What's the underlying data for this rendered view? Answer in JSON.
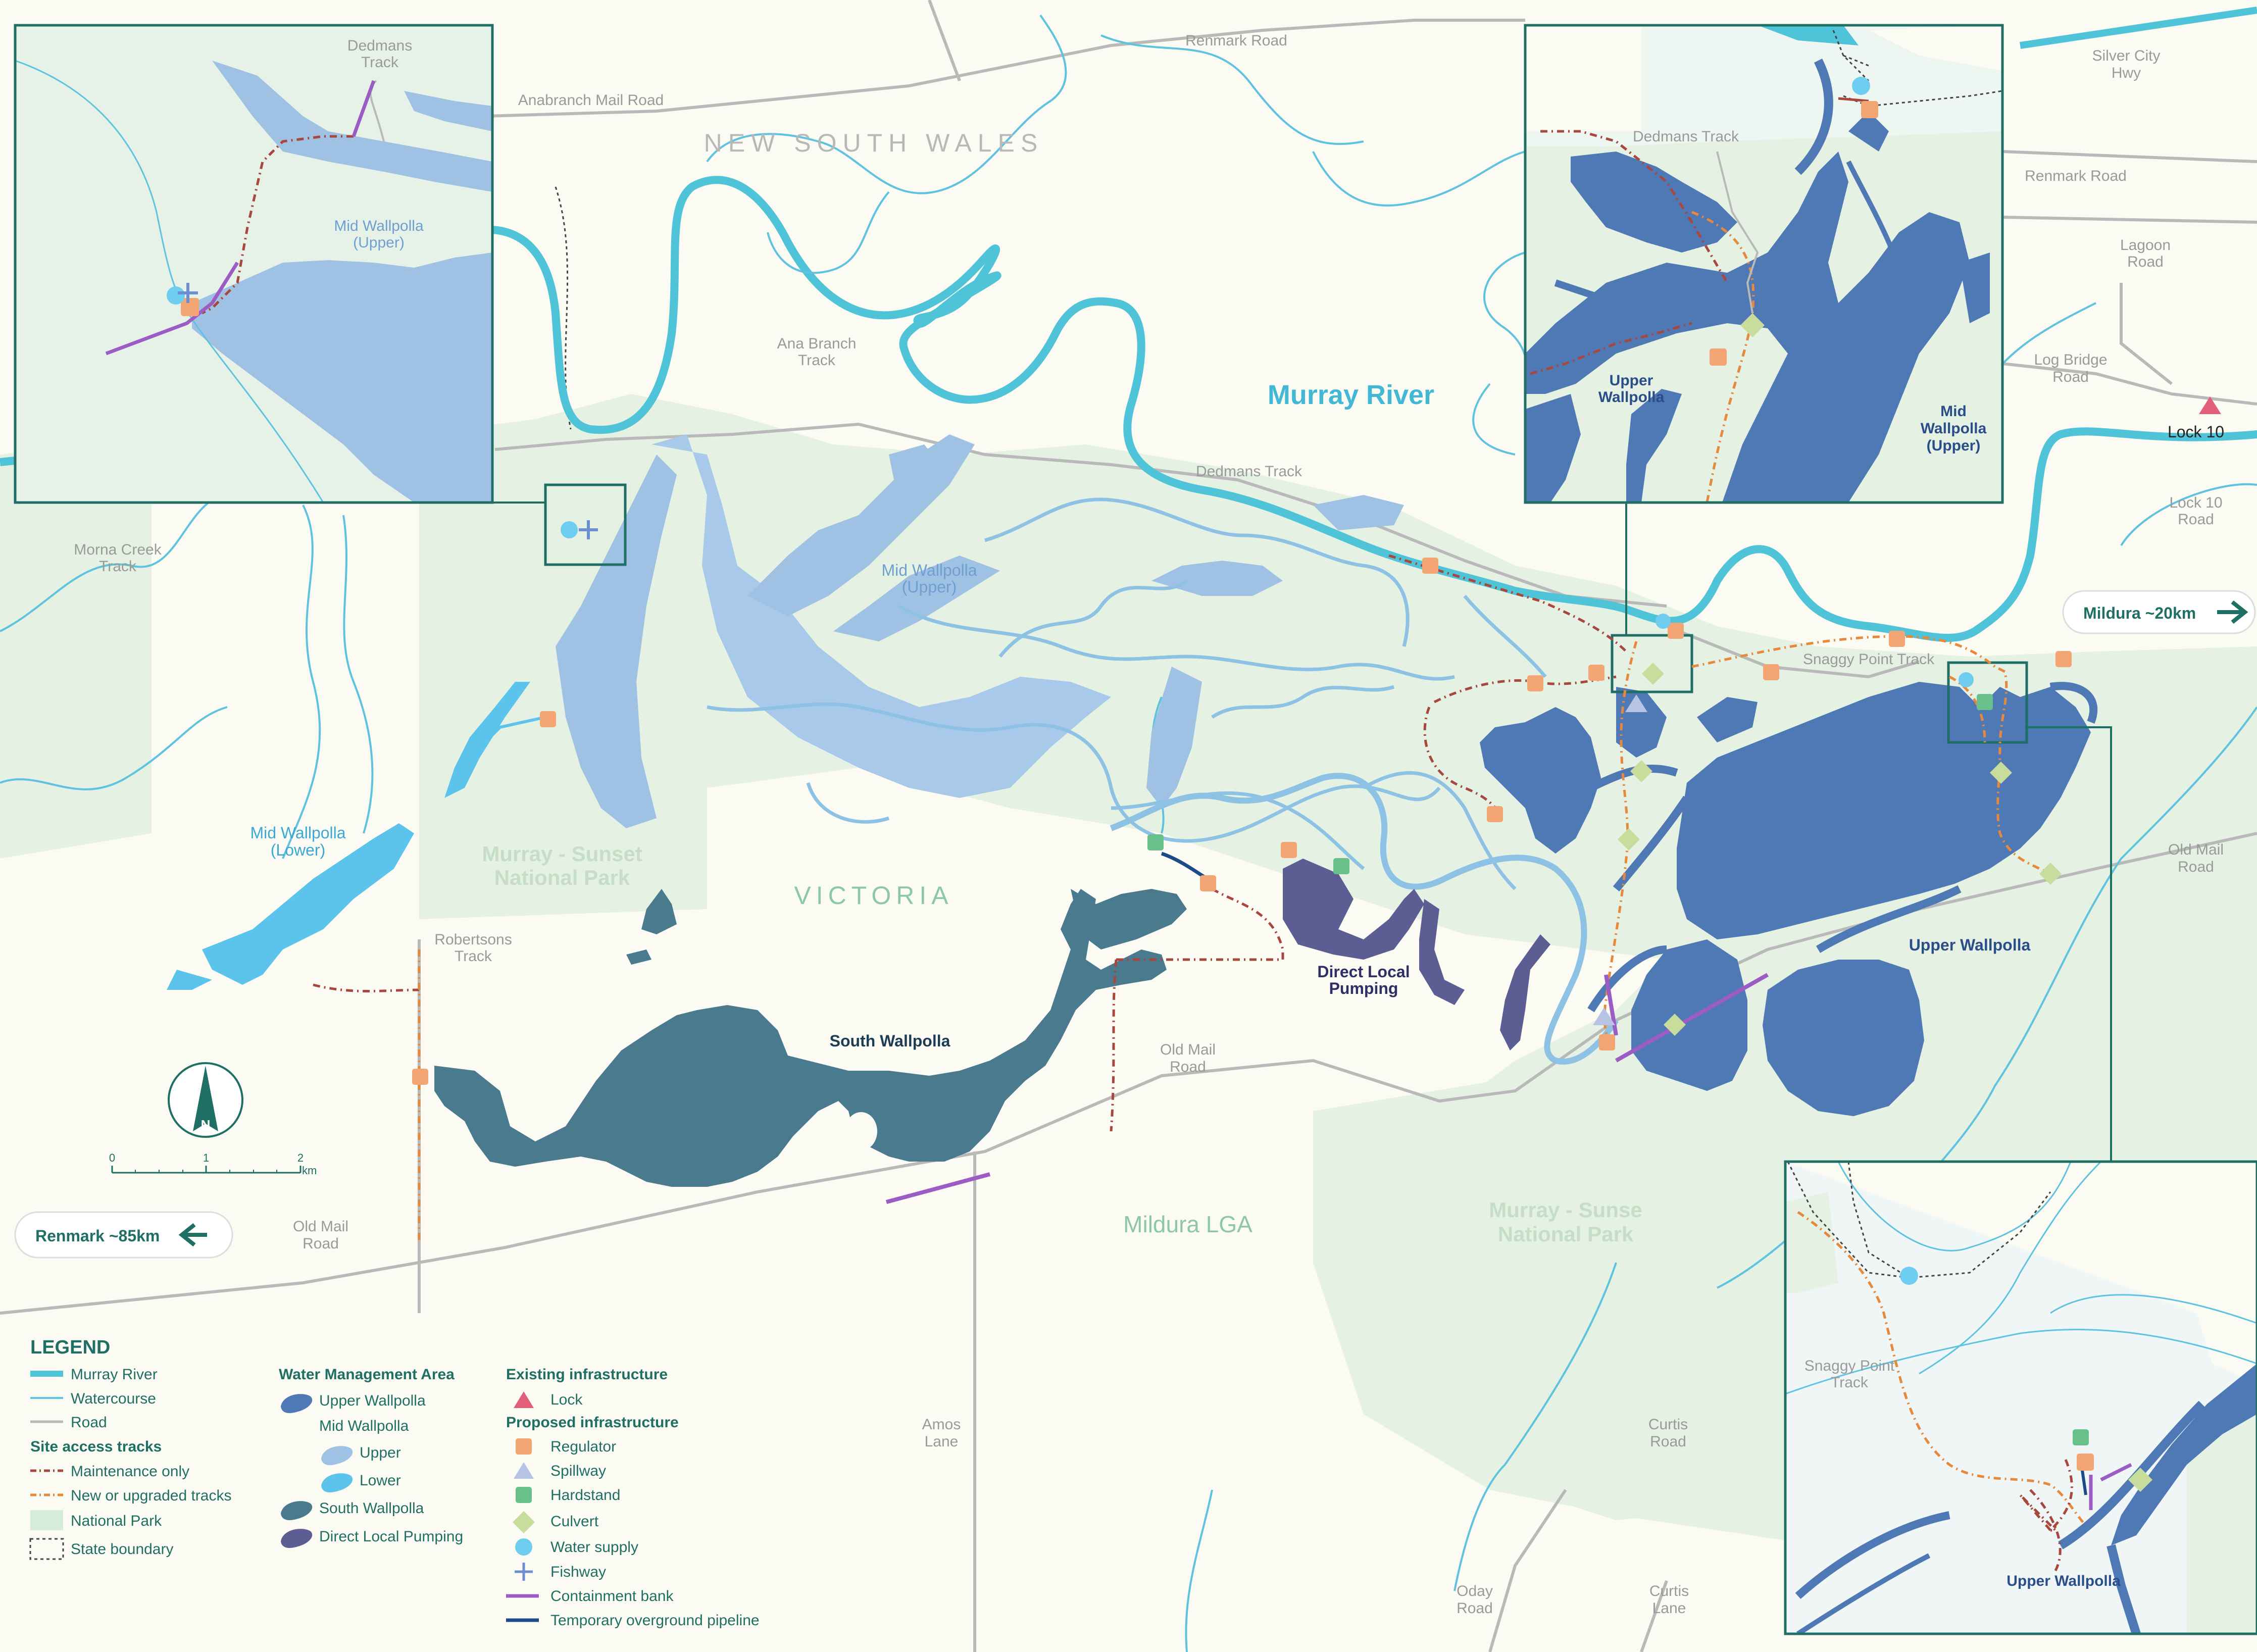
{
  "title_labels": {
    "nsw": "NEW SOUTH WALES",
    "victoria": "VICTORIA",
    "murray_river": "Murray River",
    "mildura_lga": "Mildura LGA",
    "park_west_line1": "Murray - Sunset",
    "park_west_line2": "National Park",
    "park_east_line1": "Murray - Sunse",
    "park_east_line2": "National Park"
  },
  "roads": {
    "renmark_road_top": "Renmark Road",
    "anabranch": "Anabranch Mail Road",
    "silver_city_1": "Silver City",
    "silver_city_2": "Hwy",
    "renmark_road_right": "Renmark Road",
    "lagoon_1": "Lagoon",
    "lagoon_2": "Road",
    "log_bridge_1": "Log Bridge",
    "log_bridge_2": "Road",
    "lock10_road_1": "Lock 10",
    "lock10_road_2": "Road",
    "ana_branch_1": "Ana Branch",
    "ana_branch_2": "Track",
    "dedmans_main": "Dedmans Track",
    "morna_1": "Morna Creek",
    "morna_2": "Track",
    "robertsons_1": "Robertsons",
    "robertsons_2": "Track",
    "old_mail_center_1": "Old Mail",
    "old_mail_center_2": "Road",
    "old_mail_left_1": "Old Mail",
    "old_mail_left_2": "Road",
    "old_mail_right_1": "Old Mail",
    "old_mail_right_2": "Road",
    "snaggy_main": "Snaggy Point Track",
    "amos_1": "Amos",
    "amos_2": "Lane",
    "curtis_road_1": "Curtis",
    "curtis_road_2": "Road",
    "oday_1": "Oday",
    "oday_2": "Road",
    "curtis_lane_1": "Curtis",
    "curtis_lane_2": "Lane"
  },
  "areas": {
    "mid_upper_1": "Mid Wallpolla",
    "mid_upper_2": "(Upper)",
    "mid_lower_1": "Mid Wallpolla",
    "mid_lower_2": "(Lower)",
    "south": "South Wallpolla",
    "direct_1": "Direct Local",
    "direct_2": "Pumping",
    "upper": "Upper Wallpolla"
  },
  "lock_label": "Lock 10",
  "directions": {
    "mildura": "Mildura ~20km",
    "renmark": "Renmark ~85km"
  },
  "compass_letter": "N",
  "scale": {
    "t0": "0",
    "t1": "1",
    "t2": "2",
    "unit": "km"
  },
  "inset_top_left": {
    "dedmans_1": "Dedmans",
    "dedmans_2": "Track",
    "area_1": "Mid Wallpolla",
    "area_2": "(Upper)"
  },
  "inset_top_right": {
    "dedmans": "Dedmans Track",
    "upper_1": "Upper",
    "upper_2": "Wallpolla",
    "mid_1": "Mid",
    "mid_2": "Wallpolla",
    "mid_3": "(Upper)"
  },
  "inset_bottom_right": {
    "snaggy_1": "Snaggy Point",
    "snaggy_2": "Track",
    "upper": "Upper Wallpolla"
  },
  "legend": {
    "title": "LEGEND",
    "col1": {
      "murray": "Murray River",
      "watercourse": "Watercourse",
      "road": "Road",
      "heading": "Site access tracks",
      "maint": "Maintenance only",
      "newtracks": "New or upgraded tracks",
      "park": "National Park",
      "state": "State boundary"
    },
    "col2": {
      "heading": "Water Management Area",
      "upper_wallpolla": "Upper Wallpolla",
      "mid_wallpolla": "Mid Wallpolla",
      "upper": "Upper",
      "lower": "Lower",
      "south": "South Wallpolla",
      "direct": "Direct Local Pumping"
    },
    "col3": {
      "existing": "Existing infrastructure",
      "lock": "Lock",
      "proposed": "Proposed infrastructure",
      "regulator": "Regulator",
      "spillway": "Spillway",
      "hardstand": "Hardstand",
      "culvert": "Culvert",
      "water_supply": "Water supply",
      "fishway": "Fishway",
      "containment": "Containment bank",
      "pipeline": "Temporary overground pipeline"
    }
  },
  "colors": {
    "murray": "#4fc3d7",
    "watercourse": "#5fc3e0",
    "road": "#b9b9b9",
    "park": "#e4f1e3",
    "mid_upper": "#9fc1e4",
    "mid_lower": "#5cc4ec",
    "upper_wallpolla": "#4e79b5",
    "south_wallpolla": "#4a7a8e",
    "direct_pumping": "#5b5d93",
    "regulator": "#f3a574",
    "spillway": "#b7c3e3",
    "hardstand": "#69c08b",
    "culvert": "#c8dc9c",
    "water_supply": "#6fcdf0",
    "fishway": "#6b8fd0",
    "lock": "#e0607a",
    "containment": "#9b5cc4",
    "pipeline": "#1c4b8a",
    "maintenance_track": "#a8473d",
    "new_track": "#e6893c",
    "label_teal": "#1f6f65"
  }
}
